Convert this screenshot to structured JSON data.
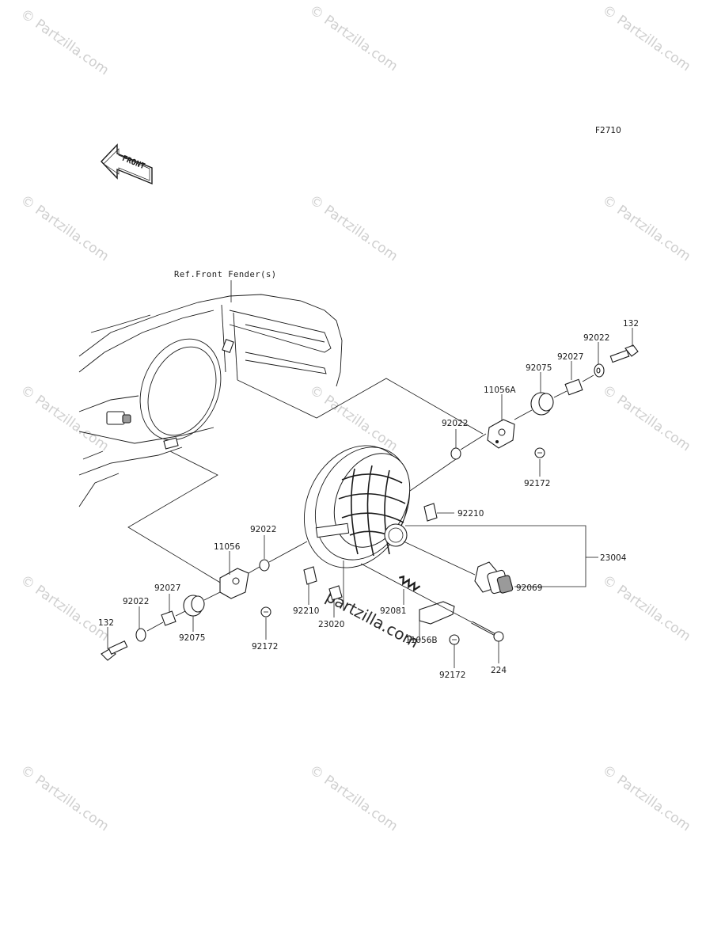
{
  "diagram": {
    "code": "F2710",
    "front_label": "FRONT",
    "ref_label": "Ref.Front Fender(s)",
    "watermark": "© Partzilla.com",
    "watermark_center": "partzilla.com"
  },
  "parts": {
    "p132_right": "132",
    "p92022_right_top": "92022",
    "p92027_right": "92027",
    "p92075_right": "92075",
    "p11056A": "11056A",
    "p92022_right_mid": "92022",
    "p92172_right": "92172",
    "p92210_right": "92210",
    "p23004": "23004",
    "p92069": "92069",
    "p92022_left": "92022",
    "p11056": "11056",
    "p92027_left": "92027",
    "p92022_left_low": "92022",
    "p132_left": "132",
    "p92075_left": "92075",
    "p92172_left": "92172",
    "p92210_left": "92210",
    "p23020": "23020",
    "p92081": "92081",
    "p11056B": "11056B",
    "p92172_bottom": "92172",
    "p224": "224"
  }
}
